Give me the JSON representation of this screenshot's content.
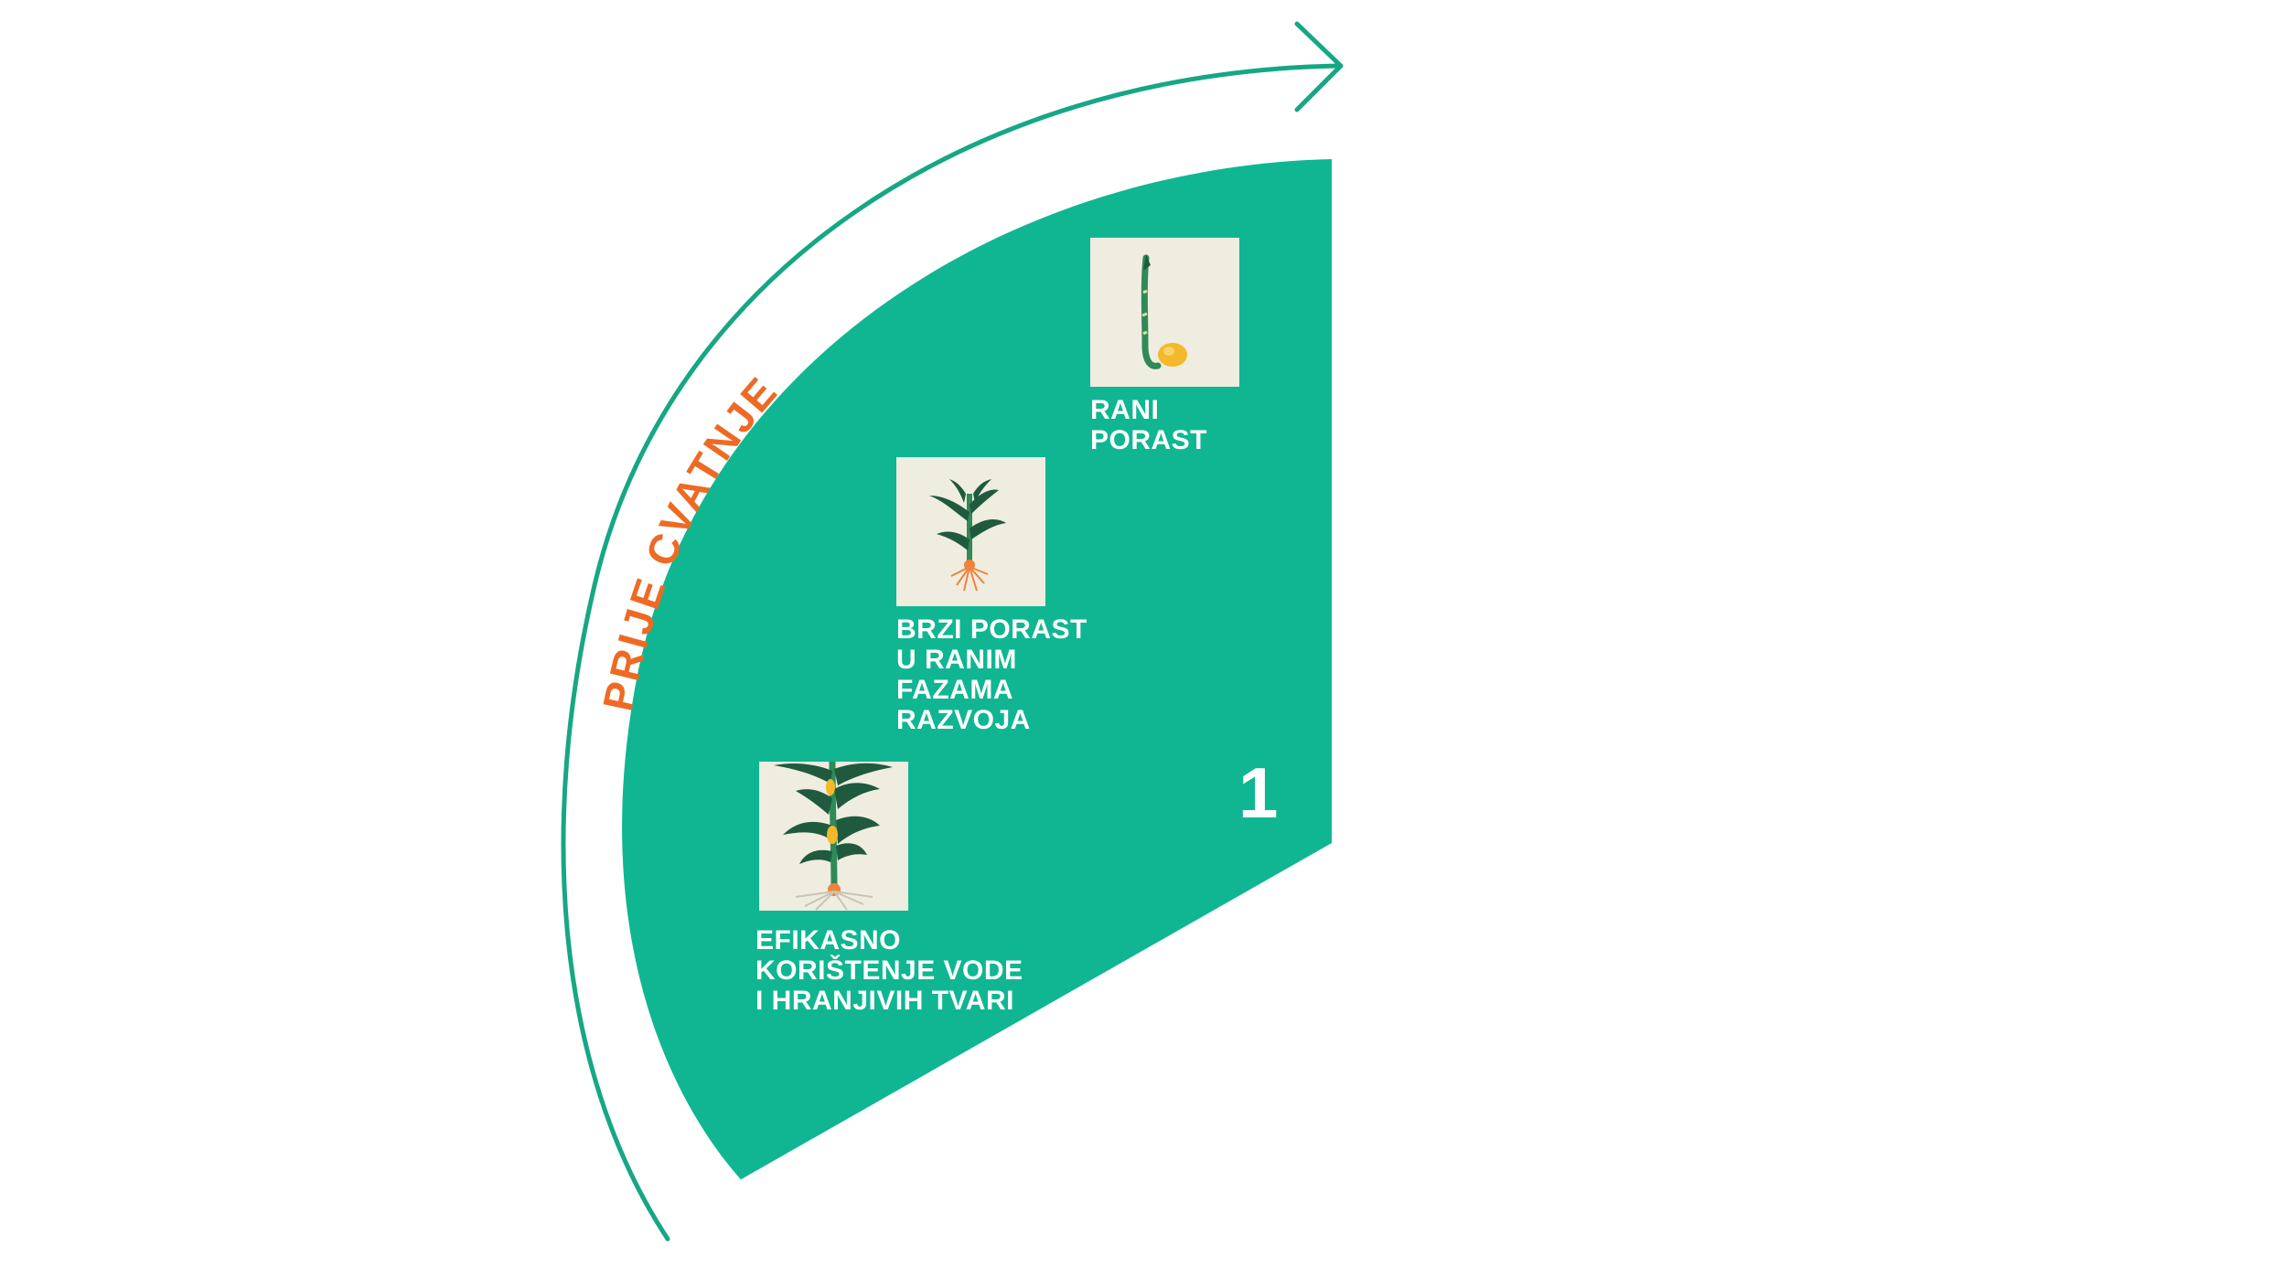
{
  "diagram": {
    "arrow_label": "PRIJE CVATNJE",
    "segment_number": "1",
    "stages": [
      {
        "id": "rani-porast",
        "label": "RANI\nPORAST",
        "icon": "corn-sprout-icon"
      },
      {
        "id": "brzi-porast",
        "label": "BRZI PORAST\nU RANIM\nFAZAMA\nRAZVOJA",
        "icon": "young-corn-plant-icon"
      },
      {
        "id": "efikasno",
        "label": "EFIKASNO\nKORIŠTENJE VODE\nI HRANJIVIH TVARI",
        "icon": "mature-corn-plant-icon"
      }
    ],
    "colors": {
      "segment": "#10b692",
      "arrow": "#16a784",
      "arrow_label": "#ee6a24",
      "tile": "#efece0",
      "leaf": "#1f5a3e",
      "stem": "#2f8a56",
      "kernel": "#f3b92a",
      "root": "#f0823a"
    }
  }
}
